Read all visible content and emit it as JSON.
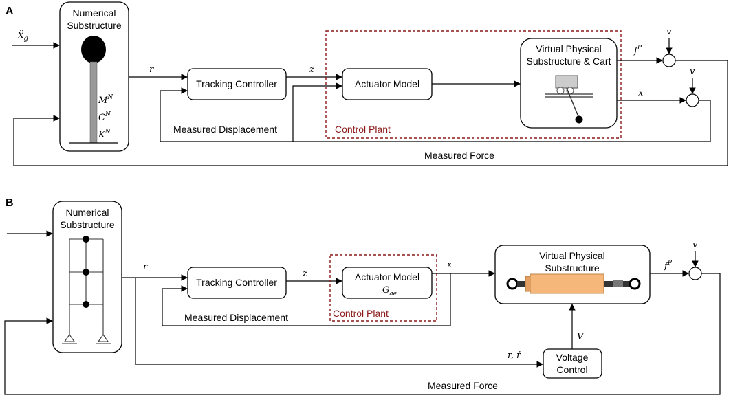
{
  "panel_a": {
    "letter": "A",
    "numerical_title_1": "Numerical",
    "numerical_title_2": "Substructure",
    "input_var": "ẍ",
    "input_sub": "g",
    "params": [
      "M",
      "C",
      "K"
    ],
    "params_sup": "N",
    "r_label": "r",
    "z_label": "z",
    "tracking": "Tracking Controller",
    "actuator": "Actuator Model",
    "vps_line1": "Virtual Physical",
    "vps_line2": "Substructure & Cart",
    "fp_label": "f",
    "fp_sup": "P",
    "x_label": "x",
    "v_label": "v",
    "control_plant": "Control Plant",
    "measured_displacement": "Measured Displacement",
    "measured_force": "Measured Force"
  },
  "panel_b": {
    "letter": "B",
    "numerical_title_1": "Numerical",
    "numerical_title_2": "Substructure",
    "r_label": "r",
    "z_label": "z",
    "x_label": "x",
    "tracking": "Tracking Controller",
    "actuator_line1": "Actuator Model",
    "actuator_gae": "G",
    "actuator_gae_sub": "ae",
    "control_plant": "Control Plant",
    "vps_line1": "Virtual Physical",
    "vps_line2": "Substructure",
    "fp_label": "f",
    "fp_sup": "P",
    "v_label": "v",
    "V_label": "V",
    "rrdot_label": "r, ṙ",
    "voltage_line1": "Voltage",
    "voltage_line2": "Control",
    "measured_displacement": "Measured Displacement",
    "measured_force": "Measured Force"
  },
  "colors": {
    "control_plant": "#8b1a1a",
    "damper_body": "#f5b87a"
  }
}
